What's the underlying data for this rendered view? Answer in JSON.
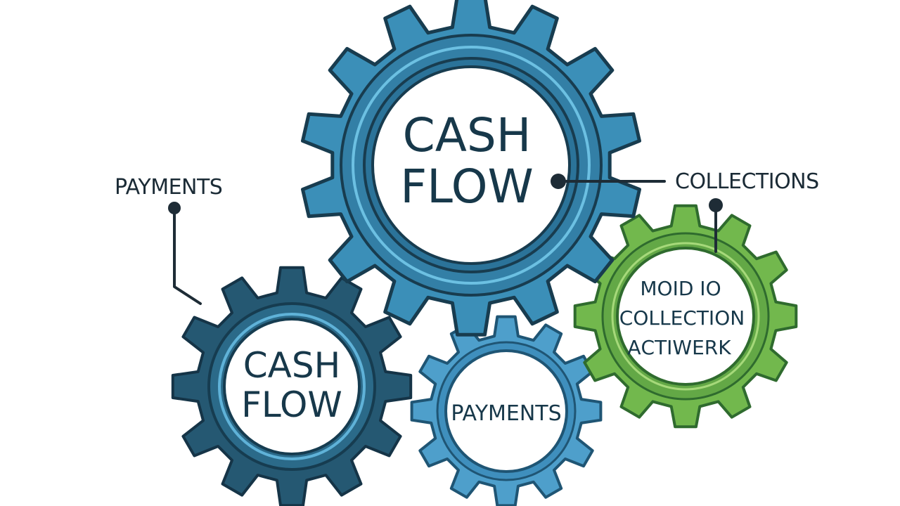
{
  "diagram": {
    "gears": [
      {
        "id": "main",
        "lines": [
          "CASH",
          "FLOW"
        ],
        "color": "#3b8fb8"
      },
      {
        "id": "dark",
        "lines": [
          "CASH",
          "FLOW"
        ],
        "color": "#255872"
      },
      {
        "id": "small",
        "lines": [
          "PAYMENTS"
        ],
        "color": "#4e9fcb"
      },
      {
        "id": "green",
        "lines": [
          "MOID ΙO",
          "COLLECTION",
          "ΑCTIWERK"
        ],
        "color": "#72b84d"
      }
    ],
    "labels": {
      "payments": "PAYMENTS",
      "collections": "COLLECTIONS"
    },
    "colors": {
      "outline": "#183c4f",
      "connector": "#1e2c36",
      "ring_dark": "#2d7396",
      "green_outline": "#2f6b2e"
    }
  }
}
